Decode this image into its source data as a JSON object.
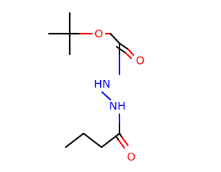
{
  "colors": {
    "carbon_bond": "#000000",
    "oxygen": "#ff0000",
    "nitrogen": "#0000ff"
  },
  "atoms": {
    "ester_oxygen": "O",
    "carbonyl_oxygen_top": "O",
    "nh_upper": "HN",
    "nh_lower": "NH",
    "carbonyl_oxygen_bottom": "O"
  }
}
